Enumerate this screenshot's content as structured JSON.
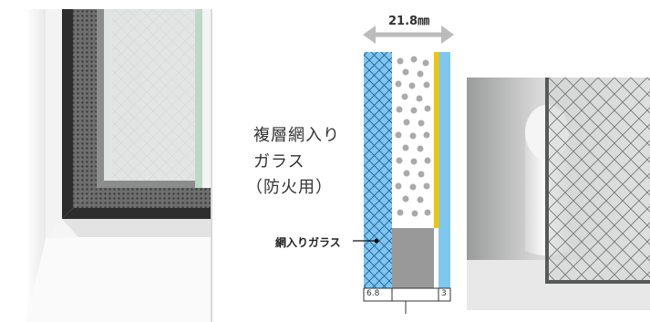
{
  "product": {
    "name_lines": [
      "複層網入り",
      "ガラス",
      "（防火用）"
    ]
  },
  "diagram": {
    "total_thickness": "21.8㎜",
    "callout_label": "網入りガラス",
    "layers": [
      {
        "name": "wired-glass-layer",
        "thickness_label": "6.8",
        "color": "#7ec8ef"
      },
      {
        "name": "air-spacer-layer",
        "thickness_label": "",
        "color": "#ffffff"
      },
      {
        "name": "float-glass-layer",
        "thickness_label": "3",
        "color": "#7ec8ef"
      }
    ],
    "colors": {
      "glass": "#7ec8ef",
      "desiccant_dots": "#aaaaaa",
      "spacer": "#999999",
      "sealant": "#f5c400"
    }
  },
  "photos": {
    "left": "window-frame-corner-photo",
    "right": "wired-glass-sample-photo"
  }
}
